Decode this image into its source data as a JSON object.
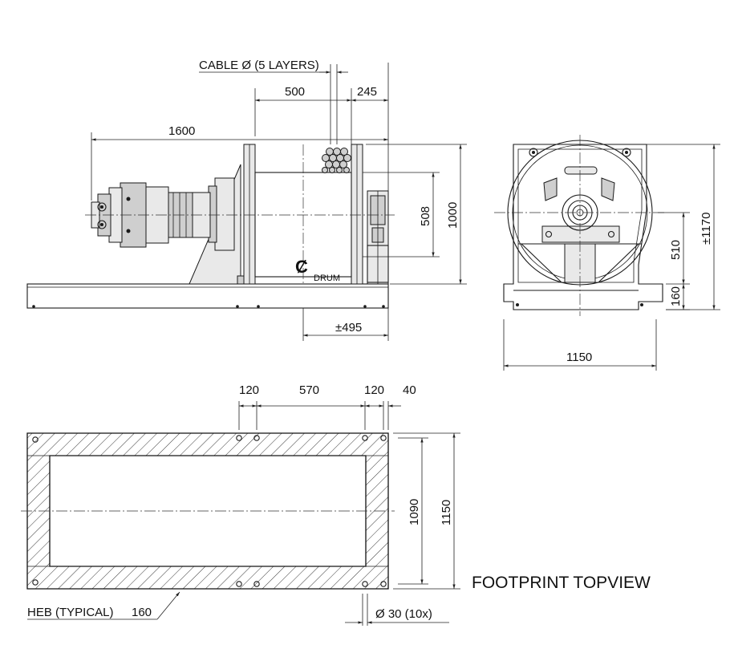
{
  "side_view": {
    "cable_label": "CABLE Ø (5 LAYERS)",
    "dim_500": "500",
    "dim_245": "245",
    "dim_1600": "1600",
    "dim_508": "508",
    "dim_1000": "1000",
    "dim_495": "±495",
    "cl_symbol": "Ȼ",
    "drum_label": "DRUM"
  },
  "end_view": {
    "dim_1150": "1150",
    "dim_510": "510",
    "dim_1170": "±1170",
    "dim_160": "160"
  },
  "footprint": {
    "dim_120_left": "120",
    "dim_570": "570",
    "dim_120_right": "120",
    "dim_40": "40",
    "dim_1090": "1090",
    "dim_1150": "1150",
    "heb_label": "HEB (TYPICAL)",
    "heb_size": "160",
    "bolt_label": "Ø 30 (10x)",
    "title": "FOOTPRINT  TOPVIEW"
  }
}
